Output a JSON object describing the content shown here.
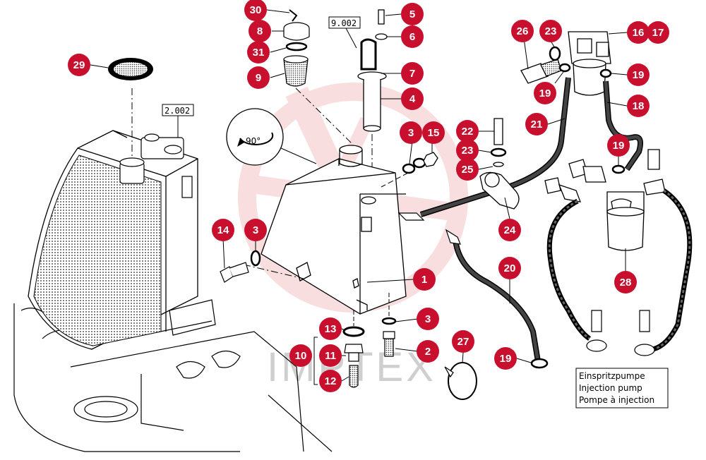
{
  "colors": {
    "badge": "#c8102e",
    "watermark": "#f4c4c4",
    "line": "#000000"
  },
  "watermark": {
    "text": "IMPTEX"
  },
  "ref_boxes": {
    "tank_ref": "2.002",
    "sender_ref": "9.002"
  },
  "rotation_label": "90°",
  "injection_note": {
    "de": "Einspritzpumpe",
    "en": "Injection pump",
    "fr": "Pompe à injection"
  },
  "callouts": {
    "c30": "30",
    "c8": "8",
    "c31": "31",
    "c9": "9",
    "c29": "29",
    "c5": "5",
    "c6": "6",
    "c7": "7",
    "c4": "4",
    "c3a": "3",
    "c15": "15",
    "c3b": "3",
    "c3c": "3",
    "c14": "14",
    "c1": "1",
    "c2": "2",
    "c13": "13",
    "c10": "10",
    "c11": "11",
    "c12": "12",
    "c22": "22",
    "c23a": "23",
    "c25": "25",
    "c24": "24",
    "c26": "26",
    "c23b": "23",
    "c16": "16",
    "c17": "17",
    "c19a": "19",
    "c19b": "19",
    "c18": "18",
    "c21": "21",
    "c19c": "19",
    "c20": "20",
    "c27": "27",
    "c19d": "19",
    "c28": "28"
  }
}
